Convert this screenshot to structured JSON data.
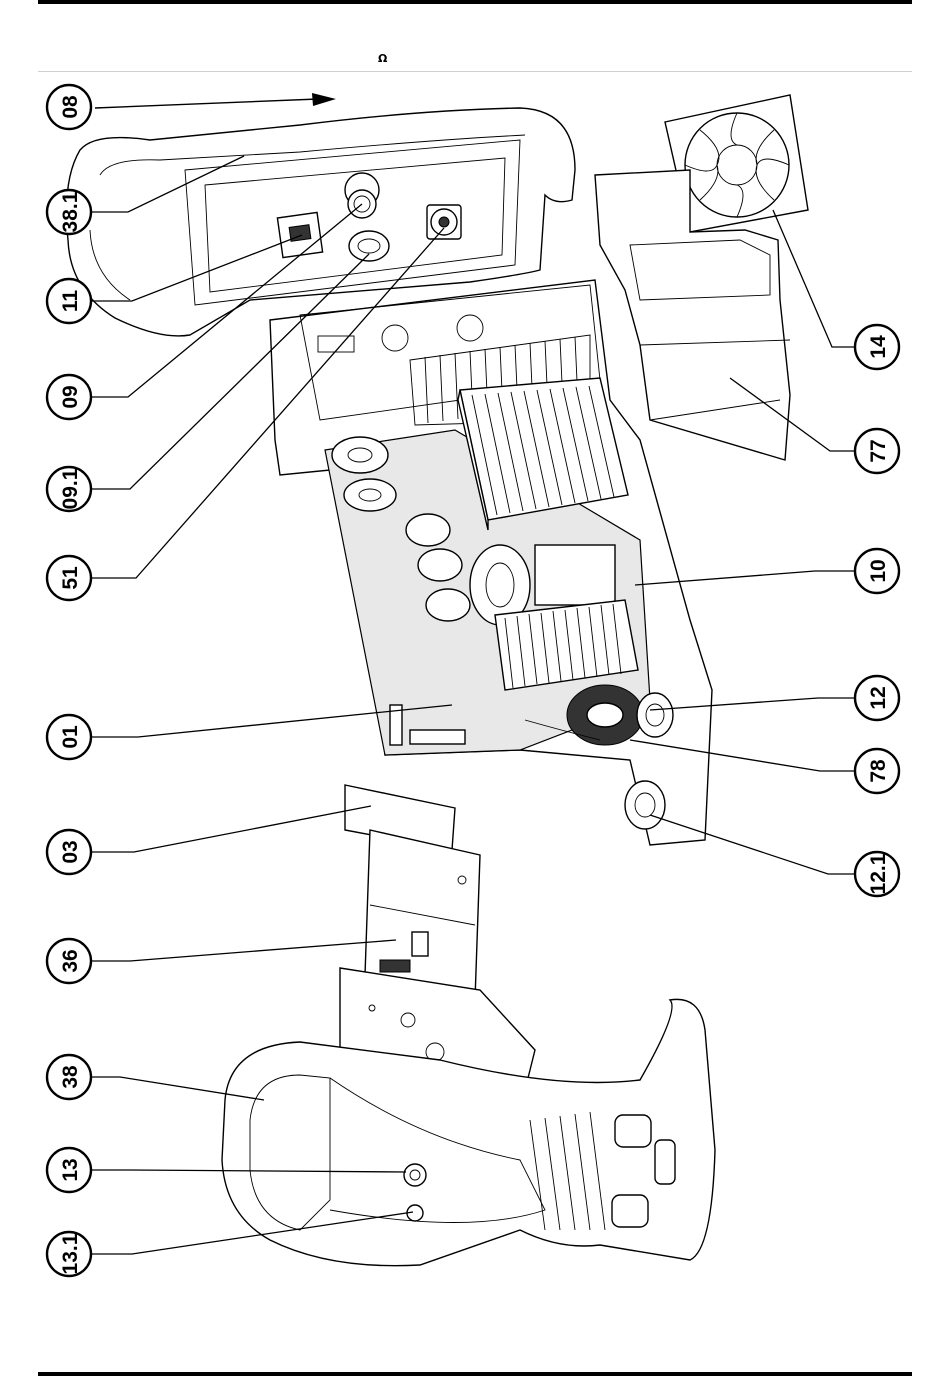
{
  "header": {
    "symbol": "Ω"
  },
  "callouts": [
    {
      "id": "c08",
      "label": "08"
    },
    {
      "id": "c381",
      "label": "38.1"
    },
    {
      "id": "c11",
      "label": "11"
    },
    {
      "id": "c09",
      "label": "09"
    },
    {
      "id": "c091",
      "label": "09.1"
    },
    {
      "id": "c51",
      "label": "51"
    },
    {
      "id": "c01",
      "label": "01"
    },
    {
      "id": "c03",
      "label": "03"
    },
    {
      "id": "c36",
      "label": "36"
    },
    {
      "id": "c38",
      "label": "38"
    },
    {
      "id": "c13",
      "label": "13"
    },
    {
      "id": "c131",
      "label": "13.1"
    },
    {
      "id": "c14",
      "label": "14"
    },
    {
      "id": "c77",
      "label": "77"
    },
    {
      "id": "c10",
      "label": "10"
    },
    {
      "id": "c12",
      "label": "12"
    },
    {
      "id": "c78",
      "label": "78"
    },
    {
      "id": "c121",
      "label": "12.1"
    }
  ]
}
